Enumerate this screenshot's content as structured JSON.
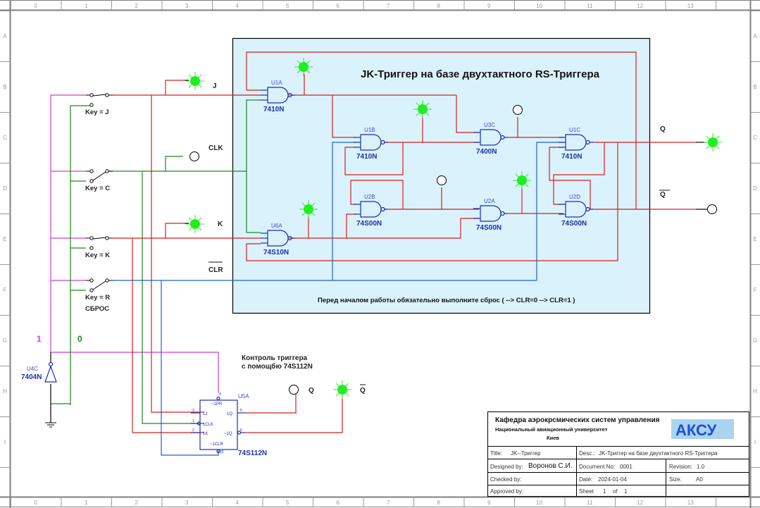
{
  "ruler": {
    "columns": [
      "0",
      "1",
      "2",
      "3",
      "4",
      "5",
      "6",
      "7",
      "8",
      "9",
      "10",
      "11",
      "12",
      "13"
    ],
    "rows": [
      "A",
      "B",
      "C",
      "D",
      "E",
      "F",
      "G",
      "H",
      "I"
    ]
  },
  "colors": {
    "wire_red": "#d42020",
    "wire_green": "#1a8a1a",
    "wire_blue": "#1f5fd0",
    "wire_magenta": "#d43ad4",
    "gate_blue": "#1a2fb0",
    "panel_bg": "#daf2fc",
    "led_on": "#20ee20"
  },
  "panel": {
    "title": "JK-Триггер на базе двухтактного RS-Триггера",
    "note": "Перед началом работы обязательно выполните сброс ( --> CLR=0  -->  CLR=1 )"
  },
  "switches": [
    {
      "label": "Key = J"
    },
    {
      "label": "Key = C"
    },
    {
      "label": "Key = K"
    },
    {
      "label": "Key = R",
      "sublabel": "СБРОС"
    }
  ],
  "signals": {
    "j": "J",
    "clk": "CLK",
    "k": "K",
    "clr": "CLR",
    "q": "Q",
    "qbar": "Q",
    "one": "1",
    "zero": "0"
  },
  "gates": [
    {
      "ref": "U1A",
      "part": "7410N"
    },
    {
      "ref": "U1B",
      "part": "7410N"
    },
    {
      "ref": "U3C",
      "part": "7400N"
    },
    {
      "ref": "U1C",
      "part": "7410N"
    },
    {
      "ref": "U2B",
      "part": "74S00N"
    },
    {
      "ref": "U2A",
      "part": "74S00N"
    },
    {
      "ref": "U2D",
      "part": "74S00N"
    },
    {
      "ref": "U6A",
      "part": "74S10N"
    },
    {
      "ref": "U4C",
      "part": "7404N"
    }
  ],
  "control_ic": {
    "caption_line1": "Контроль триггера",
    "caption_line2": "с помощбю 74S112N",
    "ref": "U5A",
    "part": "74S112N",
    "pins": {
      "pr": "~1PR",
      "j": "1J",
      "clk": "1CLK",
      "k": "1K",
      "q": "1Q",
      "qn": "~1Q",
      "clr": "~1CLR"
    },
    "pin_numbers": {
      "pr": "4",
      "j": "3",
      "clk": "1",
      "k": "2",
      "q": "5",
      "qn": "6",
      "clr": "15"
    },
    "out_q": "Q",
    "out_qbar": "Q"
  },
  "title_block": {
    "org_line1": "Кафедра аэрокрсмических систем управления",
    "org_line2": "Национальный авиационный университет",
    "org_line3": "Киев",
    "logo": "АКСУ",
    "title_label": "Title:",
    "title_value": "JK--Триггер",
    "desc_label": "Desc.:",
    "desc_value": "JK-Триггер на базе двухтактного RS-Триггера",
    "designed_label": "Designed by:",
    "designed_value": "Воронов С.И.",
    "docno_label": "Document No:",
    "docno_value": "0001",
    "revision_label": "Revision:",
    "revision_value": "1.0",
    "checked_label": "Checked by:",
    "date_label": "Date:",
    "date_value": "2024-01-04",
    "size_label": "Size:",
    "size_value": "A0",
    "approved_label": "Approved by:",
    "sheet_label": "Sheet",
    "sheet_value": "1",
    "of_label": "of",
    "of_value": "1"
  },
  "indicators": [
    {
      "name": "led-j",
      "state": "on"
    },
    {
      "name": "probe-clk",
      "state": "off"
    },
    {
      "name": "led-k",
      "state": "on"
    },
    {
      "name": "led-u1a",
      "state": "on"
    },
    {
      "name": "led-u1b",
      "state": "on"
    },
    {
      "name": "probe-u3c",
      "state": "off"
    },
    {
      "name": "probe-u2b",
      "state": "off"
    },
    {
      "name": "led-u2a",
      "state": "on"
    },
    {
      "name": "led-u6a",
      "state": "on"
    },
    {
      "name": "led-q",
      "state": "on"
    },
    {
      "name": "probe-qbar",
      "state": "off"
    },
    {
      "name": "probe-ic-q",
      "state": "off"
    },
    {
      "name": "led-ic-qbar",
      "state": "on"
    }
  ]
}
